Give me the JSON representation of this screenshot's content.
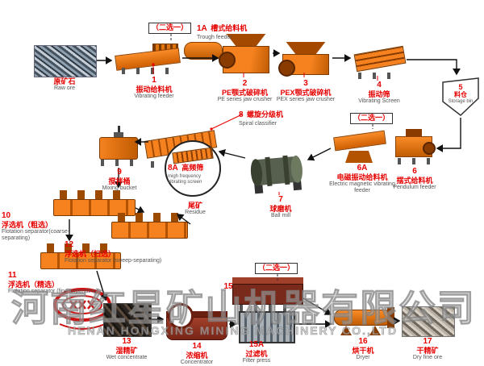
{
  "labels": {
    "choose_one": "（二选一）"
  },
  "watermark": {
    "zh": "河南红星矿山机器有限公司",
    "en": "HENAN HONGXING MINING MACHINERY CO.,LTD"
  },
  "colors": {
    "machine_orange": "#f5821f",
    "label_red": "#e60000",
    "text_gray": "#555555"
  },
  "nodes": {
    "raw_ore": {
      "num": "",
      "zh": "原矿石",
      "en": "Raw ore"
    },
    "vibrating_feeder": {
      "num": "1",
      "zh": "振动给料机",
      "en": "Vibrating feeder"
    },
    "trough_feeder": {
      "num": "1A",
      "zh": "槽式给料机",
      "en": "Trough feeder"
    },
    "pe_jaw_crusher": {
      "num": "2",
      "zh": "PE颚式破碎机",
      "en": "PE series jaw crusher"
    },
    "pex_jaw_crusher": {
      "num": "3",
      "zh": "PEX颚式破碎机",
      "en": "PEX series jaw crusher"
    },
    "vibrating_screen": {
      "num": "4",
      "zh": "振动筛",
      "en": "Vibrating Screen"
    },
    "storage_bin": {
      "num": "5",
      "zh": "料仓",
      "en": "Storage bin"
    },
    "electro_feeder": {
      "num": "6A",
      "zh": "电磁振动给料机",
      "en": "Electric magnetic vibrating feeder"
    },
    "pendulum_feeder": {
      "num": "6",
      "zh": "摆式给料机",
      "en": "Pendulum feeder"
    },
    "spiral_classifier": {
      "num": "8",
      "zh": "螺旋分级机",
      "en": "Spiral classifier"
    },
    "high_freq_screen": {
      "num": "8A",
      "zh": "高频筛",
      "en": "migh frequency vibrating screen"
    },
    "ball_mill": {
      "num": "7",
      "zh": "球磨机",
      "en": "Ball mill"
    },
    "mixing_bucket": {
      "num": "9",
      "zh": "搅拌桶",
      "en": "Mixing bucket"
    },
    "flotation_coarse": {
      "num": "10",
      "zh": "浮选机（粗选）",
      "en": "Flotation separator(coarse-separating)"
    },
    "flotation_sweep": {
      "num": "12",
      "zh": "浮选机（扫选）",
      "en": "Flotation separator (sweep-separating)"
    },
    "residue": {
      "num": "",
      "zh": "尾矿",
      "en": "Residue"
    },
    "flotation_fine": {
      "num": "11",
      "zh": "浮选机（精选）",
      "en": "Flotation separator (fine-separating)"
    },
    "wet_concentrate": {
      "num": "13",
      "zh": "湿精矿",
      "en": "Wet concentrate"
    },
    "concentrator": {
      "num": "14",
      "zh": "浓缩机",
      "en": "Concentrator"
    },
    "filter_option": {
      "num": "15",
      "zh": "",
      "en": ""
    },
    "filter_press": {
      "num": "15A",
      "zh": "过滤机",
      "en": "Filter press"
    },
    "dryer": {
      "num": "16",
      "zh": "烘干机",
      "en": "Dryer"
    },
    "dry_fine_ore": {
      "num": "17",
      "zh": "干精矿",
      "en": "Dry fine ore"
    }
  }
}
